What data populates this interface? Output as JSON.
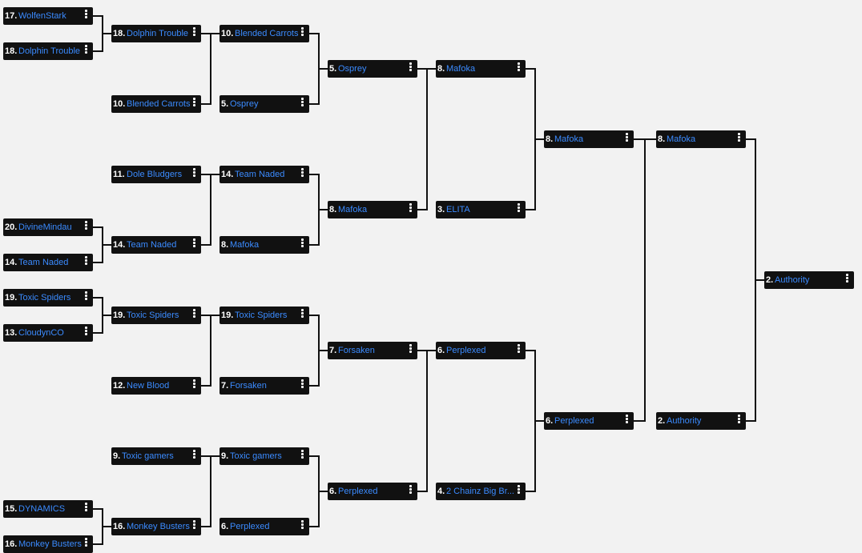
{
  "colors": {
    "background": "#f2f2f2",
    "slot": "#111111",
    "seed_text": "#ffffff",
    "team_text": "#3b8bff",
    "connector": "#111111"
  },
  "more_icon": "more-vertical-icon",
  "slots": [
    {
      "id": "r0-1",
      "seed": "17.",
      "team": "WolfenStark"
    },
    {
      "id": "r0-2",
      "seed": "18.",
      "team": "Dolphin Trouble"
    },
    {
      "id": "r0-3",
      "seed": "20.",
      "team": "DivineMindau"
    },
    {
      "id": "r0-4",
      "seed": "14.",
      "team": "Team Naded"
    },
    {
      "id": "r0-5",
      "seed": "19.",
      "team": "Toxic Spiders"
    },
    {
      "id": "r0-6",
      "seed": "13.",
      "team": "CloudynCO"
    },
    {
      "id": "r0-7",
      "seed": "15.",
      "team": "DYNAMICS"
    },
    {
      "id": "r0-8",
      "seed": "16.",
      "team": "Monkey Busters"
    },
    {
      "id": "r1-1",
      "seed": "18.",
      "team": "Dolphin Trouble"
    },
    {
      "id": "r1-2",
      "seed": "10.",
      "team": "Blended Carrots"
    },
    {
      "id": "r1-3",
      "seed": "11.",
      "team": "Dole Bludgers"
    },
    {
      "id": "r1-4",
      "seed": "14.",
      "team": "Team Naded"
    },
    {
      "id": "r1-5",
      "seed": "19.",
      "team": "Toxic Spiders"
    },
    {
      "id": "r1-6",
      "seed": "12.",
      "team": "New Blood"
    },
    {
      "id": "r1-7",
      "seed": "9.",
      "team": "Toxic gamers"
    },
    {
      "id": "r1-8",
      "seed": "16.",
      "team": "Monkey Busters"
    },
    {
      "id": "r2-1",
      "seed": "10.",
      "team": "Blended Carrots"
    },
    {
      "id": "r2-2",
      "seed": "5.",
      "team": "Osprey"
    },
    {
      "id": "r2-3",
      "seed": "14.",
      "team": "Team Naded"
    },
    {
      "id": "r2-4",
      "seed": "8.",
      "team": "Mafoka"
    },
    {
      "id": "r2-5",
      "seed": "19.",
      "team": "Toxic Spiders"
    },
    {
      "id": "r2-6",
      "seed": "7.",
      "team": "Forsaken"
    },
    {
      "id": "r2-7",
      "seed": "9.",
      "team": "Toxic gamers"
    },
    {
      "id": "r2-8",
      "seed": "6.",
      "team": "Perplexed"
    },
    {
      "id": "r3-1",
      "seed": "5.",
      "team": "Osprey"
    },
    {
      "id": "r3-2",
      "seed": "8.",
      "team": "Mafoka"
    },
    {
      "id": "r3-3",
      "seed": "7.",
      "team": "Forsaken"
    },
    {
      "id": "r3-4",
      "seed": "6.",
      "team": "Perplexed"
    },
    {
      "id": "r4-1",
      "seed": "8.",
      "team": "Mafoka"
    },
    {
      "id": "r4-2",
      "seed": "3.",
      "team": "ELITA"
    },
    {
      "id": "r4-3",
      "seed": "6.",
      "team": "Perplexed"
    },
    {
      "id": "r4-4",
      "seed": "4.",
      "team": "2 Chainz Big Br..."
    },
    {
      "id": "r5-1",
      "seed": "8.",
      "team": "Mafoka"
    },
    {
      "id": "r5-2",
      "seed": "6.",
      "team": "Perplexed"
    },
    {
      "id": "r6-1",
      "seed": "8.",
      "team": "Mafoka"
    },
    {
      "id": "r6-2",
      "seed": "2.",
      "team": "Authority"
    },
    {
      "id": "r7-1",
      "seed": "2.",
      "team": "Authority"
    }
  ]
}
